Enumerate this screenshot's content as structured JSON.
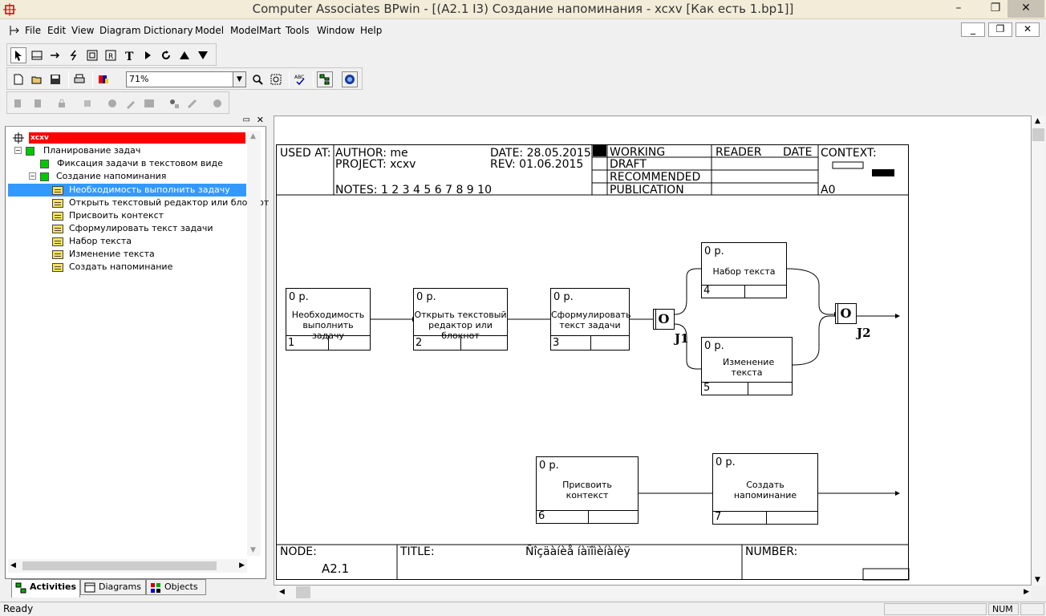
{
  "window": {
    "title": "Computer Associates BPwin - [(A2.1 I3) Создание напоминания - xcxv  [Как есть 1.bp1]]",
    "min": "–",
    "max": "❐",
    "close": "✕"
  },
  "menu": [
    "File",
    "Edit",
    "View",
    "Diagram",
    "Dictionary",
    "Model",
    "ModelMart",
    "Tools",
    "Window",
    "Help"
  ],
  "mdi": {
    "min": "_",
    "restore": "❐",
    "close": "✕"
  },
  "toolbar": {
    "zoom": "71%"
  },
  "tree": {
    "root": "xcxv",
    "items": [
      {
        "label": "Планирование задач"
      },
      {
        "label": "Фиксация задачи в текстовом виде"
      },
      {
        "label": "Создание напоминания"
      },
      {
        "label": "Необходимость  выполнить задачу"
      },
      {
        "label": "Открыть текстовый редактор или блокнот"
      },
      {
        "label": "Присвоить  контекст"
      },
      {
        "label": "Сформулировать текст задачи"
      },
      {
        "label": "Набор текста"
      },
      {
        "label": "Изменение  текста"
      },
      {
        "label": "Создать  напоминание"
      }
    ]
  },
  "tabs": [
    "Activities",
    "Diagrams",
    "Objects"
  ],
  "diagram": {
    "used_at": "USED AT:",
    "author": "AUTHOR:  me",
    "project": "PROJECT:  xcxv",
    "date": "DATE: 28.05.2015",
    "rev": "REV:   01.06.2015",
    "notes": "NOTES:  1  2  3  4  5  6  7  8  9  10",
    "status": [
      "WORKING",
      "DRAFT",
      "RECOMMENDED",
      "PUBLICATION"
    ],
    "reader": "READER",
    "rdate": "DATE",
    "context": "CONTEXT:",
    "context_node": "A0",
    "node_label": "NODE:",
    "node_value": "A2.1",
    "title_label": "TITLE:",
    "title_value": "Ñîçäàíèå íàïîìèíàíèÿ",
    "number_label": "NUMBER:",
    "boxes": [
      {
        "cost": "0 р.",
        "label": "Необходимость выполнить задачу",
        "num": "1"
      },
      {
        "cost": "0 р.",
        "label": "Открыть текстовый редактор или блокнот",
        "num": "2"
      },
      {
        "cost": "0 р.",
        "label": "Сформулировать текст задачи",
        "num": "3"
      },
      {
        "cost": "0 р.",
        "label": "Набор текста",
        "num": "4"
      },
      {
        "cost": "0 р.",
        "label": "Изменение текста",
        "num": "5"
      },
      {
        "cost": "0 р.",
        "label": "Присвоить контекст",
        "num": "6"
      },
      {
        "cost": "0 р.",
        "label": "Создать напоминание",
        "num": "7"
      }
    ],
    "junctions": [
      {
        "type": "O",
        "label": "J1"
      },
      {
        "type": "O",
        "label": "J2"
      }
    ]
  },
  "status": {
    "text": "Ready",
    "num": "NUM"
  }
}
